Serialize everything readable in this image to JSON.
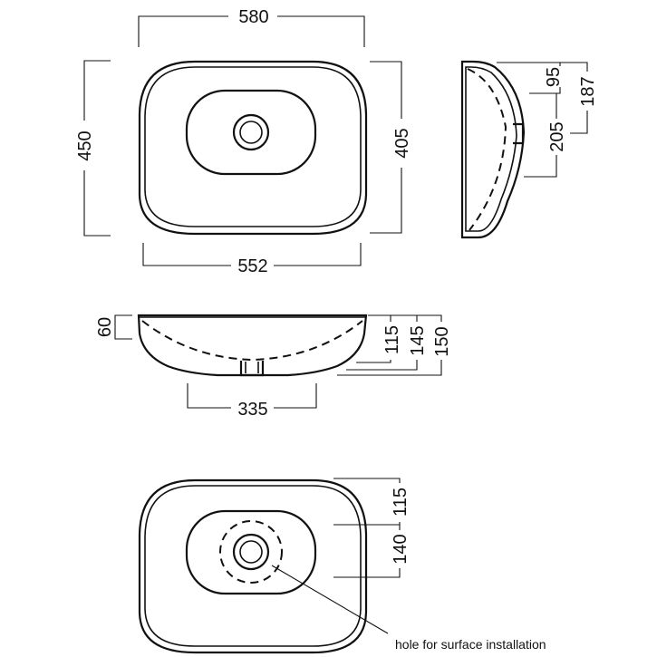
{
  "top_view": {
    "width_outer": "580",
    "depth_outer": "450",
    "depth_inner": "405",
    "width_bottom": "552"
  },
  "side_view": {
    "dim_95": "95",
    "dim_187": "187",
    "dim_205": "205"
  },
  "front_view": {
    "dim_60": "60",
    "dim_115": "115",
    "dim_145": "145",
    "dim_150": "150",
    "dim_335": "335"
  },
  "install_view": {
    "dim_115": "115",
    "dim_140": "140",
    "note": "hole for surface installation"
  }
}
